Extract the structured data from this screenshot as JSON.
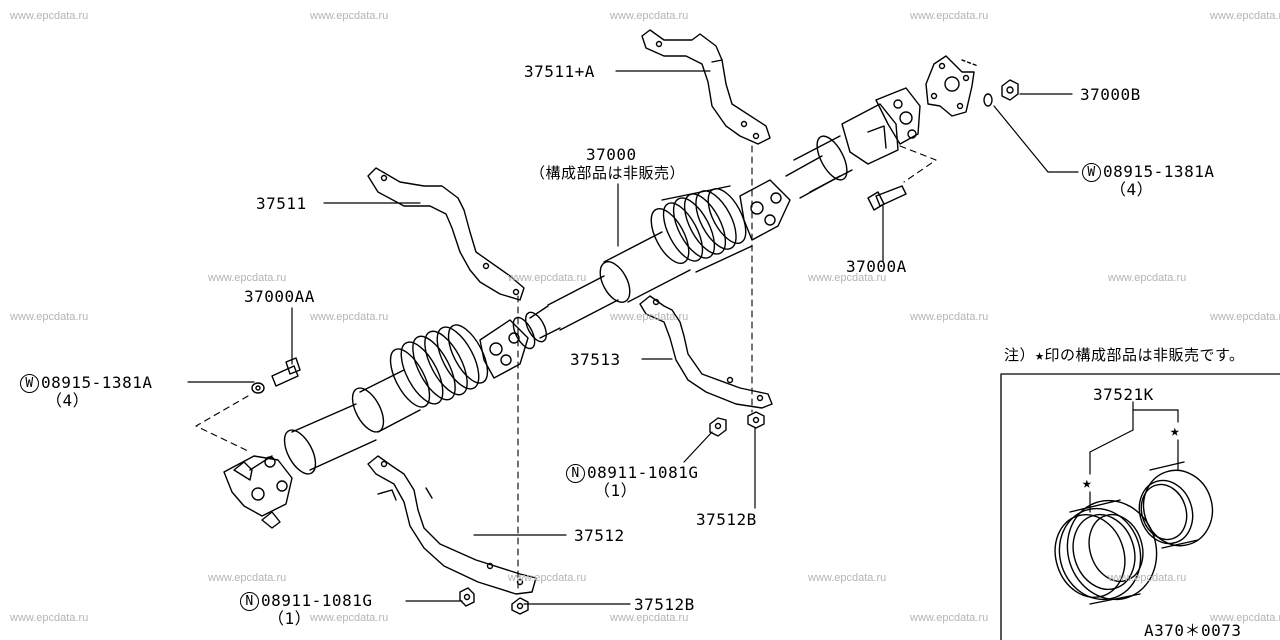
{
  "watermark": "www.epcdata.ru",
  "labels": {
    "p37511A": "37511+A",
    "p37000B": "37000B",
    "p37000": "37000",
    "p37000_note": "（構成部品は非販売）",
    "p37511": "37511",
    "w08915_top_code": "08915-1381A",
    "w08915_top_qty": "（4）",
    "p37000A": "37000A",
    "p37000AA": "37000AA",
    "w08915_left_code": "08915-1381A",
    "w08915_left_qty": "（4）",
    "p37513": "37513",
    "n08911_mid_code": "08911-1081G",
    "n08911_mid_qty": "（1）",
    "p37512B_mid": "37512B",
    "p37512": "37512",
    "n08911_bot_code": "08911-1081G",
    "n08911_bot_qty": "（1）",
    "p37512B_bot": "37512B",
    "inset_note": "注）★印の構成部品は非販売です。",
    "p37521K": "37521K",
    "diagram_code": "A370＊0073"
  },
  "symbols": {
    "washer_marker": "W",
    "nut_marker": "N",
    "star": "★"
  }
}
